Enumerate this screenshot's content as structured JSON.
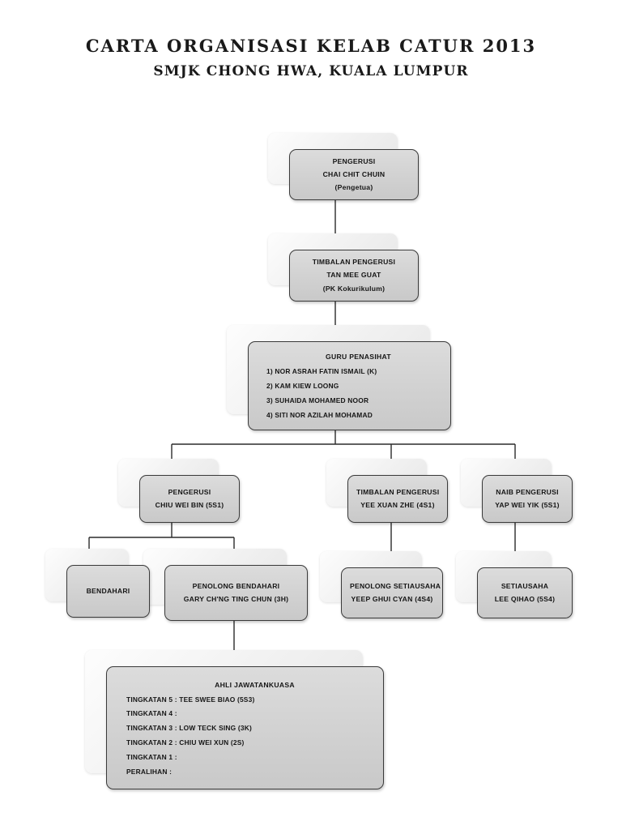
{
  "title": {
    "line1": "CARTA  ORGANISASI  KELAB  CATUR  2013",
    "line2": "SMJK CHONG HWA, KUALA LUMPUR"
  },
  "colors": {
    "box_fill": "#d2d2d2",
    "box_border": "#3a3a3a",
    "ghost_fill": "#f2f2f2",
    "connector": "#2b2b2b",
    "text": "#151515"
  },
  "nodes": {
    "pengerusi_top": {
      "role": "PENGERUSI",
      "name": "CHAI CHIT CHUIN",
      "note": "(Pengetua)"
    },
    "timbalan_pengerusi_top": {
      "role": "TIMBALAN PENGERUSI",
      "name": "TAN MEE GUAT",
      "note": "(PK Kokurikulum)"
    },
    "guru_penasihat": {
      "role": "GURU PENASIHAT",
      "members": [
        "1) NOR ASRAH FATIN ISMAIL (K)",
        "2) KAM KIEW LOONG",
        "3) SUHAIDA MOHAMED NOOR",
        "4) SITI NOR AZILAH MOHAMAD"
      ]
    },
    "pengerusi_student": {
      "role": "PENGERUSI",
      "name": "CHIU WEI BIN (5S1)"
    },
    "timbalan_pengerusi_student": {
      "role": "TIMBALAN PENGERUSI",
      "name": "YEE XUAN ZHE (4S1)"
    },
    "naib_pengerusi": {
      "role": "NAIB PENGERUSI",
      "name": "YAP WEI YIK (5S1)"
    },
    "bendahari": {
      "role": "BENDAHARI",
      "name": ""
    },
    "penolong_bendahari": {
      "role": "PENOLONG BENDAHARI",
      "name": "GARY CH'NG TING CHUN (3H)"
    },
    "penolong_setiausaha": {
      "role": "PENOLONG SETIAUSAHA",
      "name": "YEEP GHUI CYAN (4S4)"
    },
    "setiausaha": {
      "role": "SETIAUSAHA",
      "name": "LEE QIHAO (5S4)"
    },
    "ahli_jawatankuasa": {
      "role": "AHLI JAWATANKUASA",
      "members": [
        "TINGKATAN 5 : TEE SWEE BIAO (5S3)",
        "TINGKATAN 4 :",
        "TINGKATAN 3 : LOW TECK SING  (3K)",
        "TINGKATAN 2 : CHIU WEI XUN (2S)",
        "TINGKATAN 1 :",
        "PERALIHAN    :"
      ]
    }
  }
}
